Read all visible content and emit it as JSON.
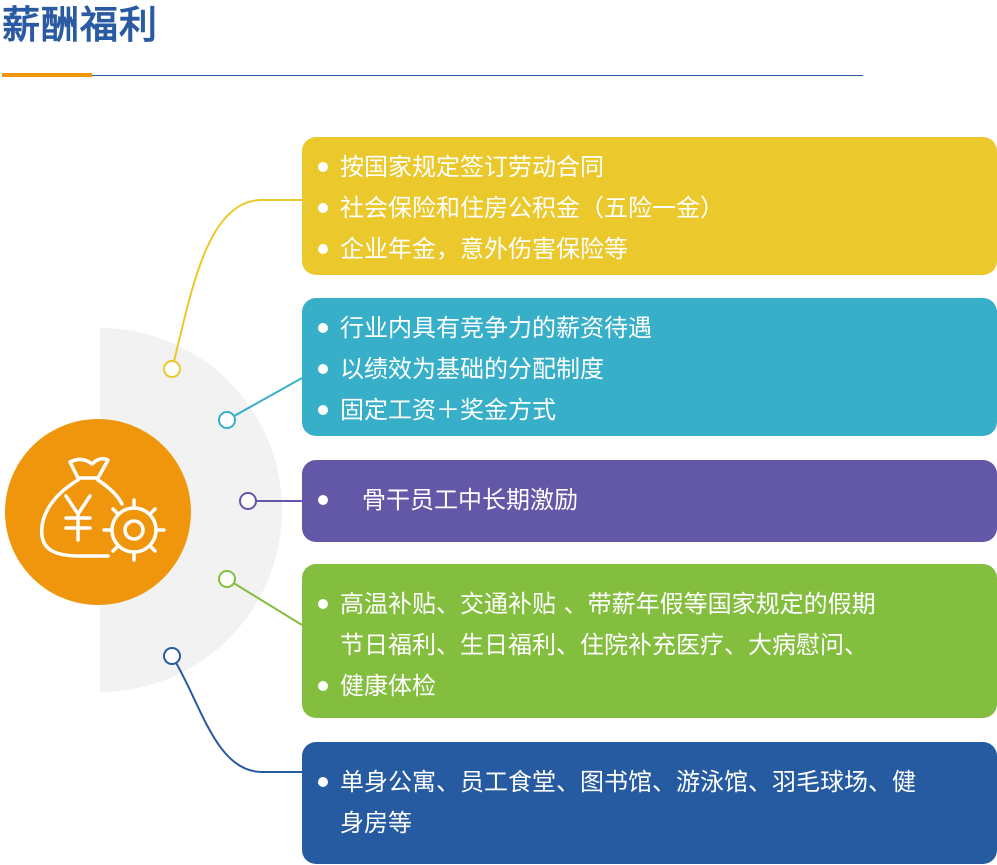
{
  "title": "薪酬福利",
  "colors": {
    "title": "#2a5aa2",
    "accent": "#f0960c",
    "yellow": "#ebc82b",
    "teal": "#37afc9",
    "purple": "#6357a7",
    "green": "#84be3f",
    "navy": "#275ba1",
    "halo": "#f2f2f2"
  },
  "center_icon": "money-bag-yen-gear-icon",
  "cards": [
    {
      "items": [
        "按国家规定签订劳动合同",
        "社会保险和住房公积金（五险一金）",
        "企业年金，意外伤害保险等"
      ]
    },
    {
      "items": [
        "行业内具有竞争力的薪资待遇",
        "以绩效为基础的分配制度",
        "固定工资＋奖金方式"
      ]
    },
    {
      "items": [
        "骨干员工中长期激励"
      ]
    },
    {
      "items": [
        "高温补贴、交通补贴 、带薪年假等国家规定的假期",
        "节日福利、生日福利、住院补充医疗、大病慰问、",
        "健康体检"
      ]
    },
    {
      "items": [
        "单身公寓、员工食堂、图书馆、游泳馆、羽毛球场、健",
        "身房等"
      ]
    }
  ]
}
